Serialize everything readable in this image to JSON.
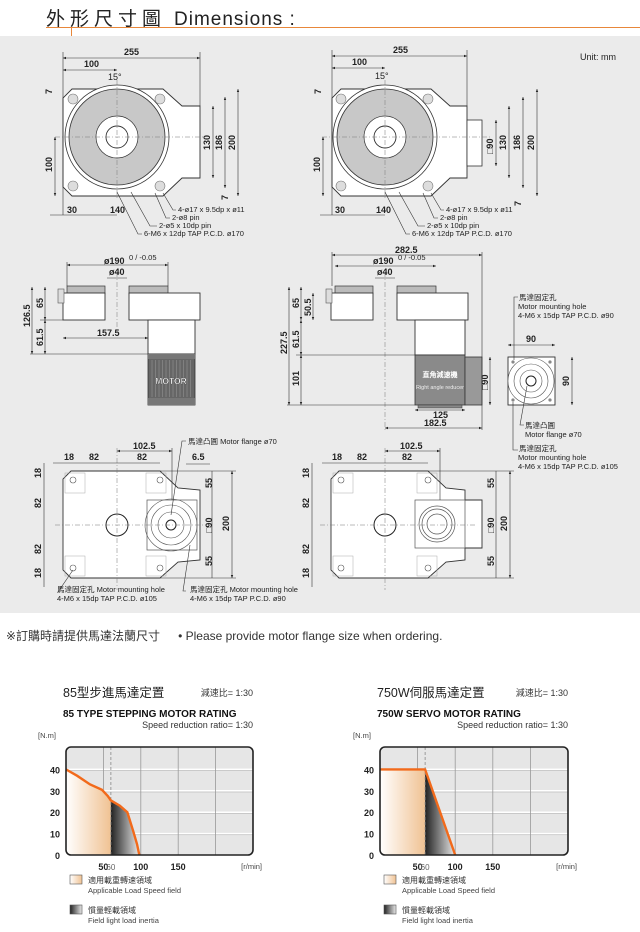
{
  "header": {
    "title_cn": "外形尺寸圖",
    "title_en": "Dimensions :"
  },
  "unit": "Unit: mm",
  "top_view_a": {
    "dims": [
      "255",
      "100",
      "15°",
      "7",
      "100",
      "130",
      "186",
      "200",
      "7",
      "30",
      "140"
    ],
    "callouts": [
      "4-ø17 x 9.5dp x ø11",
      "2-ø8 pin",
      "2-ø5 x 10dp pin",
      "6-M6 x 12dp TAP P.C.D. ø170"
    ]
  },
  "top_view_b": {
    "dims": [
      "255",
      "100",
      "15°",
      "7",
      "100",
      "□90",
      "130",
      "186",
      "200",
      "7",
      "30",
      "140"
    ],
    "callouts": [
      "4-ø17 x 9.5dp x ø11",
      "2-ø8 pin",
      "2-ø5 x 10dp pin",
      "6-M6 x 12dp TAP P.C.D. ø170"
    ]
  },
  "side_view_a": {
    "dims": [
      "ø190",
      "0 / -0.05",
      "ø40",
      "65",
      "126.5",
      "61.5",
      "157.5"
    ],
    "motor_label": "MOTOR"
  },
  "side_view_b": {
    "dims": [
      "282.5",
      "ø190",
      "0 / -0.05",
      "ø40",
      "65",
      "50.5",
      "61.5",
      "227.5",
      "101",
      "□90",
      "125",
      "182.5"
    ],
    "reducer_label_cn": "直角減速機",
    "reducer_label_en": "Right angle reducer"
  },
  "flange_view": {
    "dims": [
      "90",
      "90"
    ],
    "callouts": [
      {
        "cn": "馬達固定孔",
        "en": "Motor mounting hole",
        "spec": "4-M6 x 15dp TAP P.C.D. ø90"
      },
      {
        "cn": "馬達凸圓",
        "en": "Motor flange ø70"
      },
      {
        "cn": "馬達固定孔",
        "en": "Motor mounting hole",
        "spec": "4-M6 x 15dp TAP P.C.D. ø105"
      }
    ]
  },
  "bottom_view_a": {
    "dims": [
      "102.5",
      "18",
      "82",
      "82",
      "6.5",
      "18",
      "82",
      "82",
      "18",
      "55",
      "□90",
      "55",
      "200"
    ],
    "callouts": [
      "馬達凸圓  Motor flange ø70",
      "馬達固定孔  Motor mounting hole",
      "4-M6 x 15dp TAP P.C.D. ø105",
      "馬達固定孔  Motor mounting hole",
      "4-M6 x 15dp TAP P.C.D. ø90"
    ]
  },
  "bottom_view_b": {
    "dims": [
      "102.5",
      "18",
      "82",
      "82",
      "18",
      "82",
      "82",
      "18",
      "55",
      "□90",
      "55",
      "200"
    ]
  },
  "note": {
    "cn": "※訂購時請提供馬達法蘭尺寸",
    "en": "• Please provide motor flange size when ordering."
  },
  "chart_data": [
    {
      "type": "area",
      "title_cn": "85型步進馬達定置",
      "ratio_cn": "減速比= 1:30",
      "title": "85 TYPE STEPPING MOTOR RATING",
      "subtitle": "Speed reduction ratio= 1:30",
      "ylabel": "[N.m]",
      "xlabel": "[r/min]",
      "xlim": [
        0,
        250
      ],
      "ylim": [
        0,
        50
      ],
      "x_ticks": [
        50,
        60,
        100,
        150
      ],
      "y_ticks": [
        0,
        10,
        20,
        30,
        40
      ],
      "grid": true,
      "marker_x": 60,
      "curve": [
        [
          0,
          40
        ],
        [
          15,
          37
        ],
        [
          32,
          33
        ],
        [
          48,
          30.5
        ],
        [
          56,
          27.5
        ],
        [
          60,
          25.5
        ],
        [
          72,
          23
        ],
        [
          82,
          20
        ],
        [
          90,
          11
        ],
        [
          95,
          5
        ],
        [
          98,
          0
        ]
      ],
      "line_color": "#f26a1b",
      "legend": [
        {
          "cn": "適用載重轉速領域",
          "en": "Applicable Load Speed field"
        },
        {
          "cn": "慣量輕載領域",
          "en": "Field light load inertia"
        }
      ]
    },
    {
      "type": "area",
      "title_cn": "750W伺服馬達定置",
      "ratio_cn": "減速比= 1:30",
      "title": "750W SERVO MOTOR RATING",
      "subtitle": "Speed reduction ratio= 1:30",
      "ylabel": "[N.m]",
      "xlabel": "[r/min]",
      "xlim": [
        0,
        250
      ],
      "ylim": [
        0,
        50
      ],
      "x_ticks": [
        50,
        60,
        100,
        150
      ],
      "y_ticks": [
        0,
        10,
        20,
        30,
        40
      ],
      "grid": true,
      "marker_x": 60,
      "curve": [
        [
          0,
          40
        ],
        [
          60,
          40
        ],
        [
          100,
          0
        ]
      ],
      "line_color": "#f26a1b",
      "legend": [
        {
          "cn": "適用載重轉速領域",
          "en": "Applicable Load Speed field"
        },
        {
          "cn": "慣量輕載領域",
          "en": "Field light load inertia"
        }
      ]
    }
  ]
}
